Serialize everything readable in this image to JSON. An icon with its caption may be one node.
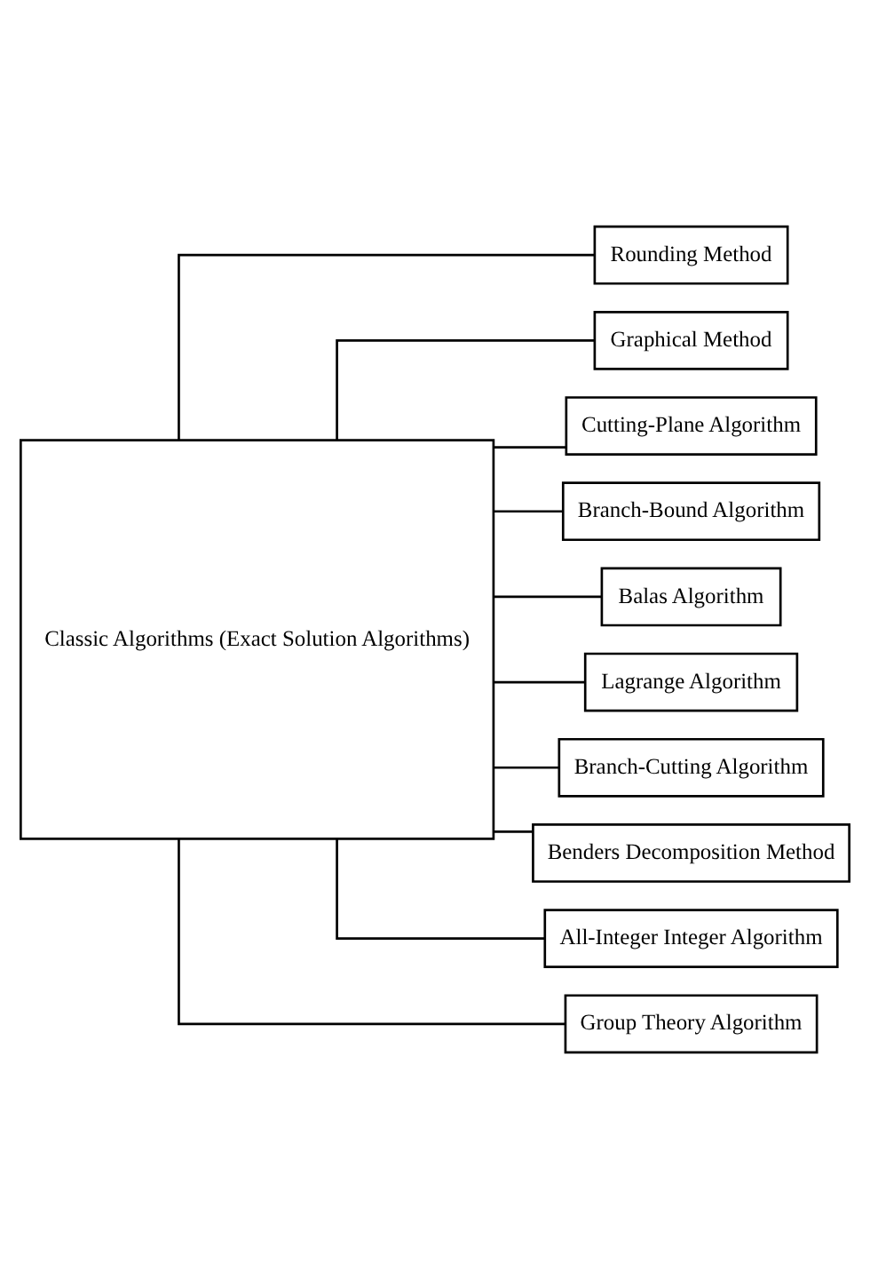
{
  "diagram": {
    "nodes": [
      {
        "text": [
          "Classic Algorithms (Exact Solution Algorithms)"
        ]
      },
      {
        "text": [
          "Rounding Method"
        ]
      },
      {
        "text": [
          "Graphical Method"
        ]
      },
      {
        "text": [
          "Cutting-Plane Algorithm"
        ]
      },
      {
        "text": [
          "Branch-Bound Algorithm"
        ]
      },
      {
        "text": [
          "Balas Algorithm"
        ]
      },
      {
        "text": [
          "Lagrange Algorithm"
        ]
      },
      {
        "text": [
          "Branch-Cutting Algorithm"
        ]
      },
      {
        "text": [
          "Benders Decomposition Method"
        ]
      },
      {
        "text": [
          "All-Integer Integer Algorithm"
        ]
      },
      {
        "text": [
          "Group Theory Algorithm"
        ]
      }
    ],
    "edges": [
      {
        "from": 0,
        "to": 1,
        "arrow": "none"
      },
      {
        "from": 0,
        "to": 2,
        "arrow": "none"
      },
      {
        "from": 0,
        "to": 3,
        "arrow": "none"
      },
      {
        "from": 0,
        "to": 4,
        "arrow": "none"
      },
      {
        "from": 0,
        "to": 5,
        "arrow": "none"
      },
      {
        "from": 0,
        "to": 6,
        "arrow": "none"
      },
      {
        "from": 0,
        "to": 7,
        "arrow": "none"
      },
      {
        "from": 0,
        "to": 8,
        "arrow": "none"
      },
      {
        "from": 0,
        "to": 9,
        "arrow": "none"
      },
      {
        "from": 0,
        "to": 10,
        "arrow": "none"
      }
    ]
  }
}
